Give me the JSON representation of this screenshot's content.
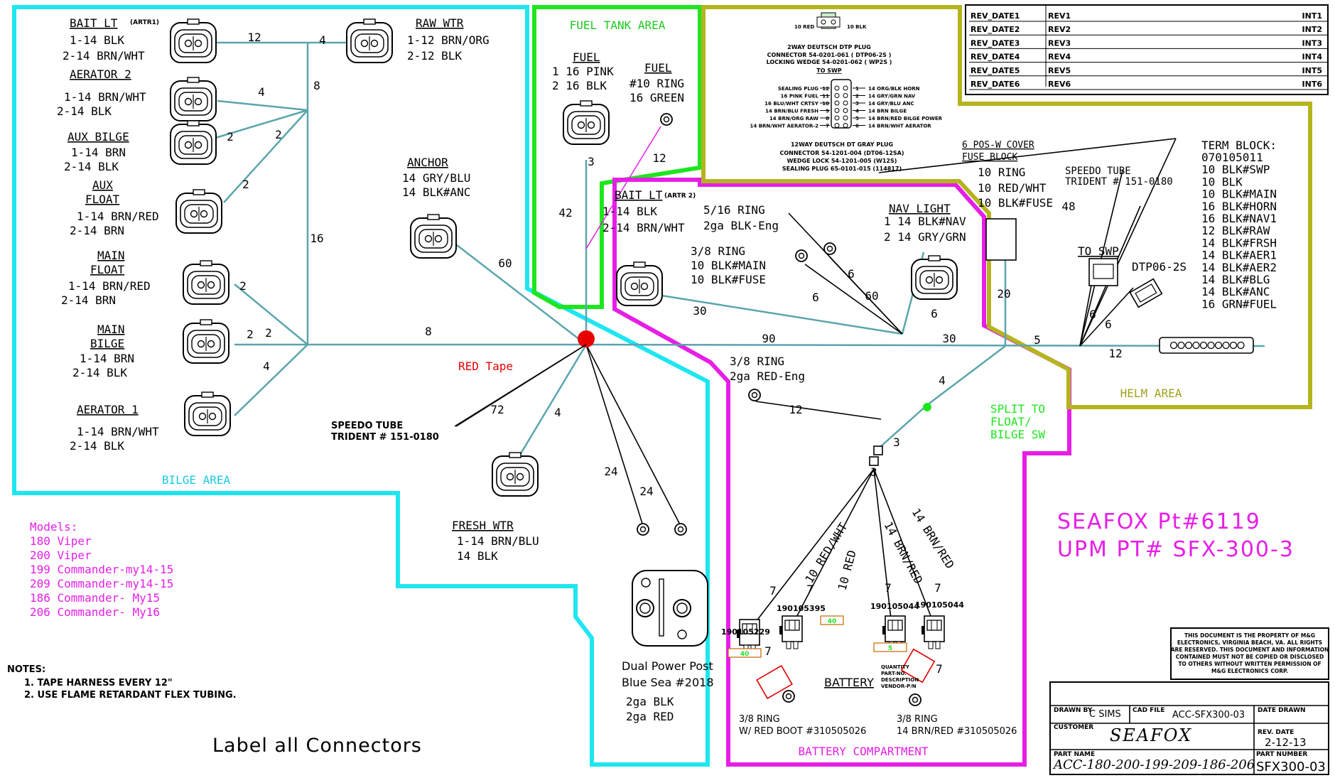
{
  "colors": {
    "bilge": "#1ee6f0",
    "fuel": "#1ee61e",
    "bait": "#e61ee6",
    "helm": "#b4b41e",
    "wire": "#5aa5ad",
    "red": "#e60000",
    "magenta_text": "#e61ee6",
    "green_text": "#1ee61e"
  },
  "connectors_left": [
    {
      "name": "BAIT LT",
      "tag": "(ARTR1)",
      "pins": [
        "1-14 BLK",
        "2-14 BRN/WHT"
      ]
    },
    {
      "name": "AERATOR 2",
      "tag": "",
      "pins": [
        "1-14 BRN/WHT",
        "2-14 BLK"
      ]
    },
    {
      "name": "AUX BILGE",
      "tag": "",
      "pins": [
        "1-14 BRN",
        "2-14 BLK"
      ]
    },
    {
      "name": "AUX",
      "name2": "FLOAT",
      "tag": "",
      "pins": [
        "1-14 BRN/RED",
        "2-14 BRN"
      ]
    },
    {
      "name": "MAIN",
      "name2": "FLOAT",
      "tag": "",
      "pins": [
        "1-14 BRN/RED",
        "2-14 BRN"
      ]
    },
    {
      "name": "MAIN",
      "name2": "BILGE",
      "tag": "",
      "pins": [
        "1-14 BRN",
        "2-14 BLK"
      ]
    },
    {
      "name": "AERATOR 1",
      "tag": "",
      "pins": [
        "1-14 BRN/WHT",
        "2-14 BLK"
      ]
    }
  ],
  "raw_wtr": {
    "name": "RAW WTR",
    "pins": [
      "1-12 BRN/ORG",
      "2-12 BLK"
    ]
  },
  "anchor": {
    "name": "ANCHOR",
    "pins": [
      "14 GRY/BLU",
      "14 BLK#ANC"
    ]
  },
  "fresh_wtr": {
    "name": "FRESH WTR",
    "pins": [
      "1-14 BRN/BLU",
      "14 BLK"
    ]
  },
  "fuel": {
    "name": "FUEL",
    "pins": [
      "1 16 PINK",
      "2 16 BLK"
    ]
  },
  "fuel_ring": {
    "name": "FUEL",
    "lines": [
      "#10 RING",
      "16 GREEN"
    ]
  },
  "bait_lt2": {
    "name": "BAIT LT",
    "tag": "(ARTR 2)",
    "pins": [
      "1-14 BLK",
      "2-14 BRN/WHT"
    ]
  },
  "ring_516": {
    "lines": [
      "5/16 RING",
      "2ga BLK-Eng"
    ]
  },
  "ring_38_main": {
    "lines": [
      "3/8 RING",
      "10 BLK#MAIN",
      "10 BLK#FUSE"
    ]
  },
  "nav_light": {
    "name": "NAV LIGHT",
    "pins": [
      "1 14 BLK#NAV",
      "2 14 GRY/GRN"
    ]
  },
  "ring_38_red": {
    "lines": [
      "3/8 RING",
      "2ga RED-Eng"
    ]
  },
  "fuse_block": {
    "title": "6 POS-W COVER",
    "title2": "FUSE BLOCK",
    "lines": [
      "10 RING",
      "10 RED/WHT",
      "10 BLK#FUSE"
    ]
  },
  "speedo_helm": {
    "lines": [
      "SPEEDO TUBE",
      "TRIDENT # 151-0180"
    ]
  },
  "speedo_bilge": {
    "lines": [
      "SPEEDO TUBE",
      "TRIDENT # 151-0180"
    ]
  },
  "to_swp": "TO SWP",
  "dtp": "DTP06-2S",
  "term_block": {
    "title": "TERM BLOCK:",
    "lines": [
      "070105011",
      "10 BLK#SWP",
      "10 BLK",
      "10 BLK#MAIN",
      "16 BLK#HORN",
      "16 BLK#NAV1",
      "12 BLK#RAW",
      "14 BLK#FRSH",
      "14 BLK#AER1",
      "14 BLK#AER2",
      "14 BLK#BLG",
      "14 BLK#ANC",
      "16 GRN#FUEL"
    ]
  },
  "dtp_spec": {
    "top_left": "10 RED",
    "top_right": "10 BLK",
    "lines": [
      "2WAY DEUTSCH DTP PLUG",
      "CONNECTOR 54-0201-061 ( DTP06-2S )",
      "LOCKING WEDGE 54-0201-062 ( WP2S )",
      "TO SWP"
    ],
    "left": [
      "SEALING PLUG",
      "16 PINK FUEL",
      "16 BLU/WHT CRTSY",
      "14 BRN/BLU FRESH",
      "14 BRN/ORG RAW",
      "14 BRN/WHT AERATOR-2"
    ],
    "left_nums": [
      "12",
      "11",
      "10",
      "9",
      "8",
      "7"
    ],
    "right_nums": [
      "1",
      "2",
      "3",
      "4",
      "5",
      "6"
    ],
    "right": [
      "14 ORG/BLK HORN",
      "14 GRY/GRN NAV",
      "14 GRY/BLU ANC",
      "14 BRN BILGE",
      "14 BRN/RED BILGE POWER",
      "14 BRN/WHT AERATOR"
    ],
    "bottom": [
      "12WAY DEUTSCH DT GRAY PLUG",
      "CONNECTOR 54-1201-004 (DT06-12SA)",
      "WEDGE LOCK 54-1201-005 (W12S)",
      "SEALING PLUG 65-0101-015 (114817)"
    ]
  },
  "rev_table": [
    [
      "REV_DATE1",
      "REV1",
      "INT1"
    ],
    [
      "REV_DATE2",
      "REV2",
      "INT2"
    ],
    [
      "REV_DATE3",
      "REV3",
      "INT3"
    ],
    [
      "REV_DATE4",
      "REV4",
      "INT4"
    ],
    [
      "REV_DATE5",
      "REV5",
      "INT5"
    ],
    [
      "REV_DATE6",
      "REV6",
      "INT6"
    ]
  ],
  "areas": {
    "bilge": "BILGE AREA",
    "fuel": "FUEL TANK AREA",
    "helm": "HELM AREA",
    "battery": "BATTERY COMPARTMENT"
  },
  "red_tape": "RED Tape",
  "split": [
    "SPLIT TO",
    "FLOAT/",
    "BILGE SW"
  ],
  "models": {
    "title": "Models:",
    "items": [
      "180 Viper",
      "200 Viper",
      "199 Commander-my14-15",
      "209 Commander-my14-15",
      "186 Commander- My15",
      "206 Commander- My16"
    ]
  },
  "notes": {
    "title": "NOTES:",
    "items": [
      "1. TAPE HARNESS EVERY 12\"",
      "2. USE FLAME RETARDANT FLEX TUBING."
    ]
  },
  "label_all": "Label all Connectors",
  "seafox": [
    "SEAFOX Pt#6119",
    "UPM PT# SFX-300-3"
  ],
  "power_post": {
    "lines": [
      "Dual Power Post",
      "Blue Sea #2018"
    ],
    "wires": [
      "2ga BLK",
      "2ga RED"
    ]
  },
  "battery": "BATTERY",
  "fuses": [
    {
      "part": "190105229",
      "amp": "40"
    },
    {
      "part": "190105395",
      "amp": "40"
    },
    {
      "part": "190105044",
      "amp": "5"
    },
    {
      "part": "190105044",
      "amp": ""
    }
  ],
  "fuse_legend": [
    "QUANTITY",
    "PART-NO.",
    "DESCRIPTION",
    "VENDOR-P/N"
  ],
  "battery_wires": [
    "10 RED/WHT",
    "10 RED",
    "14 BRN/RED",
    "14 BRN/RED"
  ],
  "ring_boot": {
    "lines": [
      "3/8 RING",
      "W/ RED BOOT #310505026"
    ]
  },
  "ring_brn": {
    "lines": [
      "3/8 RING",
      "14 BRN/RED #310505026"
    ]
  },
  "lengths": {
    "l12a": "12",
    "l4a": "4",
    "l8a": "8",
    "l4b": "4",
    "l2a": "2",
    "l2b": "2",
    "l2c": "2",
    "l16": "16",
    "l2d": "2",
    "l2e": "2",
    "l2f": "2",
    "l4c": "4",
    "l8b": "8",
    "l60a": "60",
    "l42": "42",
    "l3a": "3",
    "l12b": "12",
    "l72": "72",
    "l4d": "4",
    "l24a": "24",
    "l24b": "24",
    "l30a": "30",
    "l6a": "6",
    "l60b": "60",
    "l6b": "6",
    "l90": "90",
    "l6c": "6",
    "l30b": "30",
    "l20": "20",
    "l48": "48",
    "l5": "5",
    "l12c": "12",
    "l6d": "6",
    "l6e": "6",
    "l4e": "4",
    "l12d": "12",
    "l3b": "3",
    "l3c": "3",
    "l7a": "7",
    "l7b": "7",
    "l7c": "7",
    "l7d": "7",
    "l7e": "7",
    "l7f": "7"
  },
  "title_block": {
    "drawn_by_label": "DRAWN BY",
    "drawn_by": "C SIMS",
    "cad_label": "CAD FILE",
    "cad": "ACC-SFX300-03",
    "date_drawn_label": "DATE DRAWN",
    "customer_label": "CUSTOMER",
    "customer": "SEAFOX",
    "rev_date_label": "REV. DATE",
    "rev_date": "2-12-13",
    "part_name_label": "PART NAME",
    "part_name": "ACC-180-200-199-209-186-206",
    "part_number_label": "PART NUMBER",
    "part_number": "SFX300-03",
    "property": [
      "THIS DOCUMENT IS THE PROPERTY OF M&G",
      "ELECTRONICS, VIRGINIA BEACH, VA. ALL RIGHTS",
      "ARE RESERVED. THIS DOCUMENT AND INFORMATION",
      "CONTAINED MUST NOT BE COPIED OR DISCLOSED",
      "TO OTHERS WITHOUT WRITTEN PERMISSION OF",
      "M&G ELECTRONICS CORP."
    ]
  }
}
